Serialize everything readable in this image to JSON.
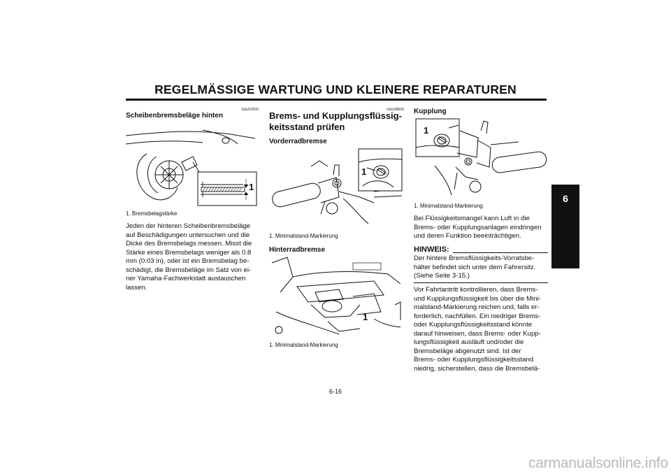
{
  "header": {
    "title": "REGELMÄSSIGE WARTUNG UND KLEINERE REPARATUREN"
  },
  "chapter_tab": {
    "number": "6"
  },
  "left": {
    "code": "GAU22500",
    "heading": "Scheibenbremsbeläge hinten",
    "callout": "1",
    "caption": "1. Bremsbelagstärke",
    "body_lines": [
      "Jeden der hinteren Scheibenbremsbeläge",
      "auf Beschädigungen untersuchen und die",
      "Dicke des Bremsbelags messen. Misst die",
      "Stärke eines Bremsbelags weniger als 0.8",
      "mm (0.03 in), oder ist ein Bremsbelag be-",
      "schädigt, die Bremsbeläge im Satz von ei-",
      "ner Yamaha-Fachwerkstatt austauschen",
      "lassen."
    ]
  },
  "middle": {
    "code": "GAU38630",
    "heading_line1": "Brems- und Kupplungsflüssig-",
    "heading_line2": "keitsstand prüfen",
    "sub1": "Vorderradbremse",
    "callout1": "1",
    "caption1": "1. Minimalstand-Markierung",
    "sub2": "Hinterradbremse",
    "callout2": "1",
    "caption2": "1. Minimalstand-Markierung"
  },
  "right": {
    "sub": "Kupplung",
    "callout": "1",
    "caption": "1. Minimalstand-Markierung",
    "body1_lines": [
      "Bei Flüssigkeitsmangel kann Luft in die",
      "Brems- oder Kupplungsanlagen eindringen",
      "und deren Funktion beeinträchtigen."
    ],
    "note_heading": "HINWEIS:",
    "note_lines": [
      "Der hintere Bremsflüssigkeits-Vorratsbe-",
      "hälter befindet sich unter dem Fahrersitz.",
      "(Siehe Seite 3-15.)"
    ],
    "body2_lines": [
      "Vor Fahrtantritt kontrollieren, dass Brems-",
      "und Kupplungsflüssigkeit bis über die Mini-",
      "malstand-Markierung reichen und, falls er-",
      "forderlich, nachfüllen. Ein niedriger Brems-",
      "oder Kupplungsflüssigkeitsstand könnte",
      "darauf hinweisen, dass Brems- oder Kupp-",
      "lungsflüssigkeit ausläuft und/oder die",
      "Bremsbeläge abgenutzt sind. Ist der",
      "Brems- oder Kupplungsflüssigkeitsstand",
      "niedrig, sicherstellen, dass die Bremsbelä-"
    ]
  },
  "page_number": "6-16",
  "footer": "carmanualsonline.info"
}
